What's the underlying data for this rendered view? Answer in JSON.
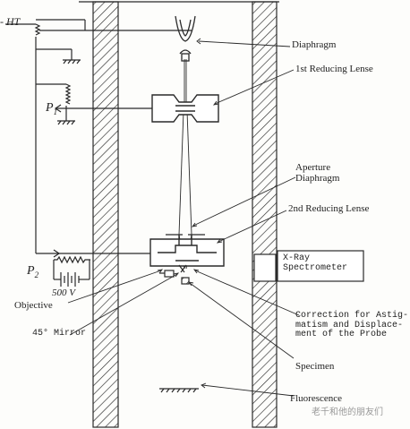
{
  "labels": {
    "hv": "- HT",
    "p1": "P",
    "p1_sub": "1",
    "p2": "P",
    "p2_sub": "2",
    "voltage": "500 V",
    "diaphragm": "Diaphragm",
    "first_lense": "1st Reducing Lense",
    "aperture_line1": "Aperture",
    "aperture_line2": "Diaphragm",
    "second_lense": "2nd Reducing Lense",
    "xray_line1": "X-Ray",
    "xray_line2": "Spectrometer",
    "objective": "Objective",
    "mirror": "45° Mirror",
    "correction_line1": "Correction for Astig-",
    "correction_line2": "matism and Displace-",
    "correction_line3": "ment of the Probe",
    "specimen": "Specimen",
    "fluorescence": "Fluorescence",
    "watermark": "老千和他的朋友们"
  },
  "colors": {
    "ink": "#2a2a2a",
    "paper": "#fdfdfb"
  }
}
